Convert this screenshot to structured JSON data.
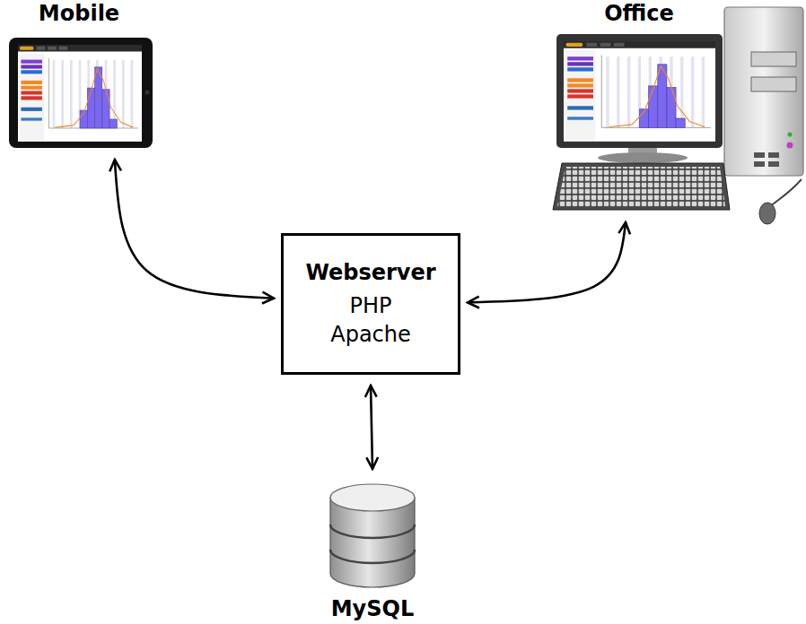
{
  "diagram": {
    "nodes": [
      {
        "text": [
          "Mobile"
        ]
      },
      {
        "text": [
          "Office"
        ]
      },
      {
        "text": [
          "Webserver",
          "PHP Apache"
        ]
      },
      {
        "text": [
          "MySQL"
        ]
      }
    ],
    "edges": [
      {
        "from": 0,
        "to": 2,
        "arrow": "both"
      },
      {
        "from": 1,
        "to": 2,
        "arrow": "both"
      },
      {
        "from": 2,
        "to": 3,
        "arrow": "both"
      }
    ]
  }
}
